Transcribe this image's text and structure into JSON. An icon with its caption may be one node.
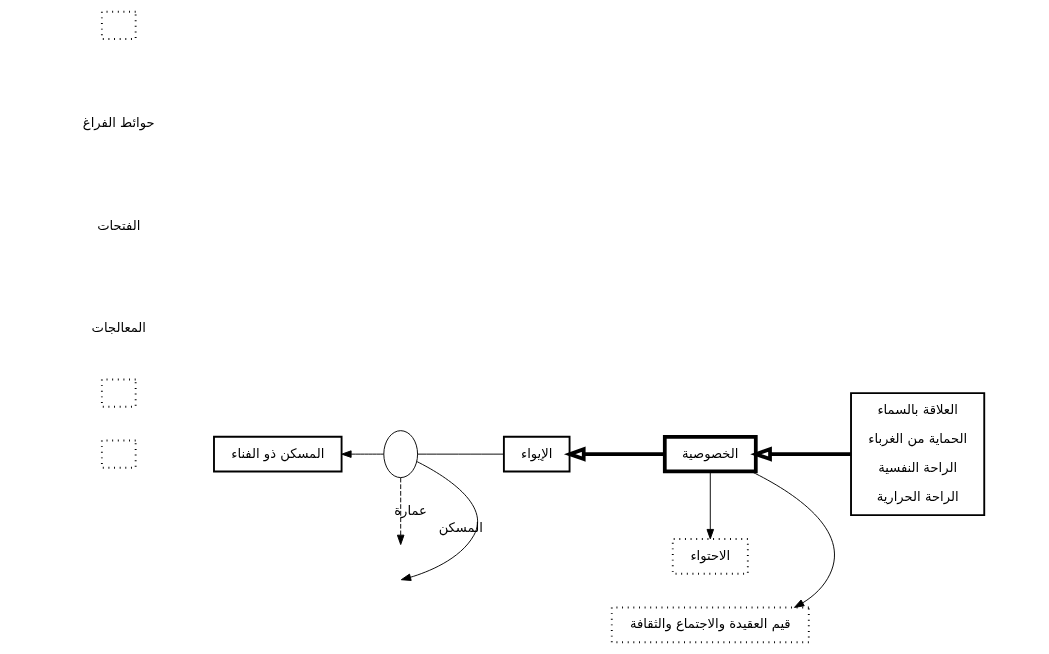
{
  "diagram": {
    "nodes": [
      {
        "text": [
          "قيم العقيدة والاجتماع والثقافة"
        ]
      },
      {
        "text": [
          "العلاقة بالسماء",
          "الحماية من الغرباء",
          "الراحة النفسية",
          "الراحة الحرارية"
        ]
      },
      {
        "text": [
          "الخصوصية"
        ]
      },
      {
        "text": [
          "الاحتواء"
        ]
      },
      {
        "text": [
          "الإيواء"
        ]
      },
      {
        "text": [],
        "shape": "circle"
      },
      {
        "text": [
          "المسكن ذو الفناء"
        ]
      },
      {
        "text": [],
        "shape": "box"
      },
      {
        "text": [],
        "shape": "box"
      },
      {
        "text": [],
        "shape": "box"
      }
    ],
    "edges": [
      {
        "from": 1,
        "to": 2,
        "arrow": "to",
        "style": "thick"
      },
      {
        "from": 2,
        "to": 0,
        "arrow": "to"
      },
      {
        "from": 2,
        "to": 3,
        "arrow": "to"
      },
      {
        "from": 2,
        "to": 4,
        "arrow": "to",
        "style": "thick"
      },
      {
        "from": 4,
        "to": 5,
        "arrow": "none"
      },
      {
        "from": 5,
        "to": 6,
        "arrow": "to"
      },
      {
        "from": 5,
        "to": null,
        "arrow": "to",
        "label": "المسكن"
      },
      {
        "from": 5,
        "to": null,
        "arrow": "to",
        "label": "عمارة",
        "style": "dashed"
      }
    ],
    "labels": [
      "حوائط الفراغ",
      "الفتحات",
      "المعالجات"
    ]
  }
}
